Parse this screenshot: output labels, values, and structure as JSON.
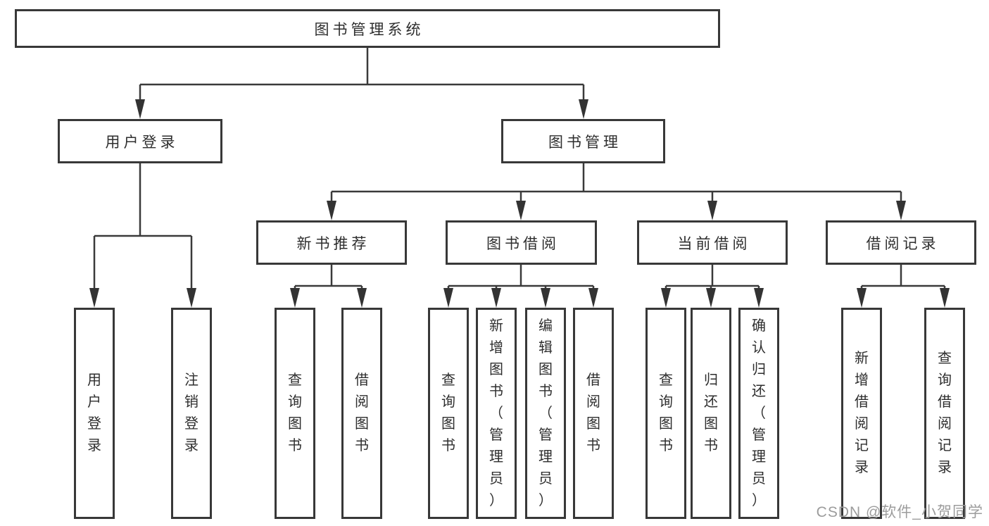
{
  "diagram": {
    "root_label": "图书管理系统",
    "level1": [
      "用户登录",
      "图书管理"
    ],
    "level2": [
      "新书推荐",
      "图书借阅",
      "当前借阅",
      "借阅记录"
    ],
    "leaves": {
      "user_login": [
        "用户登录",
        "注销登录"
      ],
      "new_books": [
        "查询图书",
        "借阅图书"
      ],
      "book_borrow": [
        "查询图书",
        "新增图书（管理员）",
        "编辑图书（管理员）",
        "借阅图书"
      ],
      "current_borrow": [
        "查询图书",
        "归还图书",
        "确认归还（管理员）"
      ],
      "borrow_records": [
        "新增借阅记录",
        "查询借阅记录"
      ]
    }
  },
  "watermark": "CSDN @软件_小贺同学",
  "colors": {
    "line": "#3a3a3a",
    "border": "#383838",
    "text": "#2e2e2e",
    "watermark": "#9c9c9c",
    "background": "#ffffff"
  }
}
